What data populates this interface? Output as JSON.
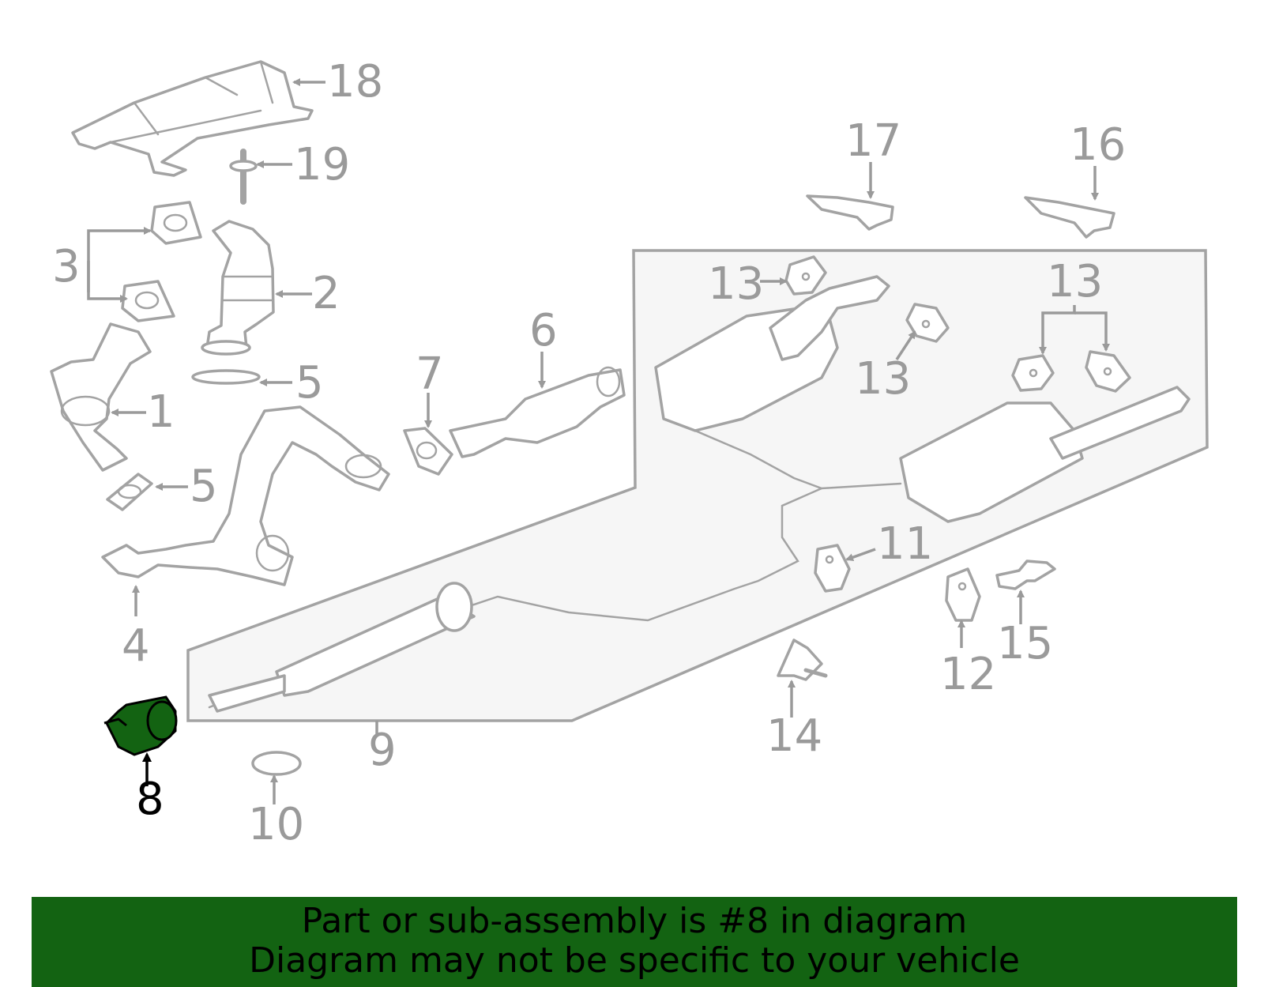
{
  "callouts": {
    "c1": "1",
    "c2": "2",
    "c3": "3",
    "c4": "4",
    "c5a": "5",
    "c5b": "5",
    "c6": "6",
    "c7": "7",
    "c8": "8",
    "c9": "9",
    "c10": "10",
    "c11": "11",
    "c12": "12",
    "c13a": "13",
    "c13b": "13",
    "c13c": "13",
    "c14": "14",
    "c15": "15",
    "c16": "16",
    "c17": "17",
    "c18": "18",
    "c19": "19"
  },
  "highlighted_part": "8",
  "colors": {
    "highlight_fill": "#136312",
    "line_art": "#a3a3a3",
    "callout_text": "#9a9a9a",
    "banner_bg": "#136312"
  },
  "banner": {
    "line1": "Part or sub-assembly is #8 in diagram",
    "line2": "Diagram may not be specific to your vehicle"
  }
}
